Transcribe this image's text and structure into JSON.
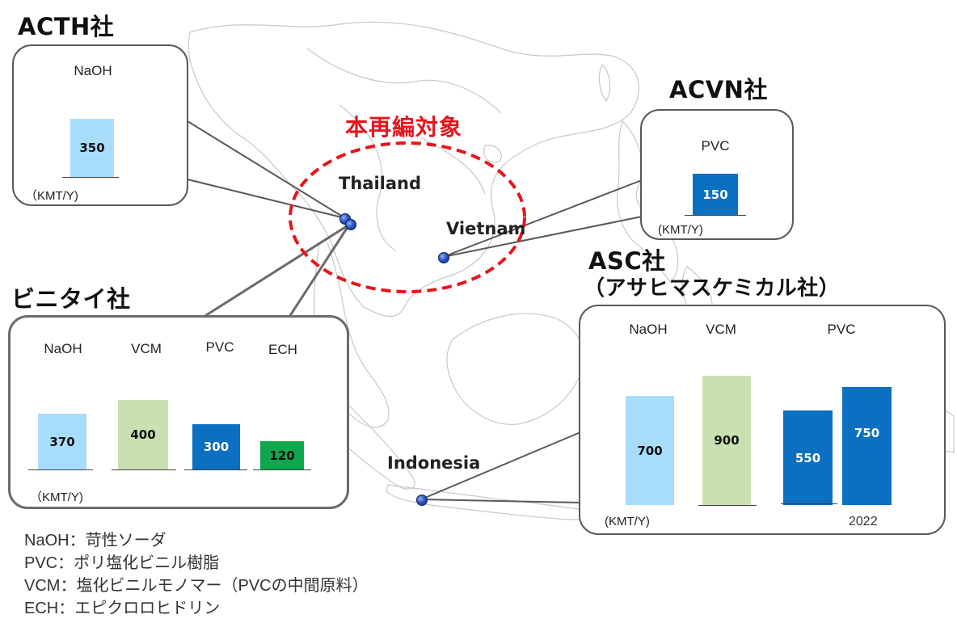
{
  "target_label": "本再編対象",
  "countries": {
    "thailand": "Thailand",
    "vietnam": "Vietnam",
    "indonesia": "Indonesia"
  },
  "acth": {
    "title": "ACTH社",
    "unit": "（KMT/Y)",
    "products": [
      {
        "label": "NaOH",
        "value": "350"
      }
    ]
  },
  "acvn": {
    "title": "ACVN社",
    "unit": "(KMT/Y)",
    "products": [
      {
        "label": "PVC",
        "value": "150"
      }
    ]
  },
  "vinythai": {
    "title": "ビニタイ社",
    "unit": "（KMT/Y)",
    "products": [
      {
        "label": "NaOH",
        "value": "370"
      },
      {
        "label": "VCM",
        "value": "400"
      },
      {
        "label": "PVC",
        "value": "300"
      },
      {
        "label": "ECH",
        "value": "120"
      }
    ]
  },
  "asc": {
    "title": "ASC社",
    "subtitle": "（アサヒマスケミカル社）",
    "unit": "(KMT/Y)",
    "products": [
      {
        "label": "NaOH",
        "value": "700"
      },
      {
        "label": "VCM",
        "value": "900"
      },
      {
        "label": "PVC",
        "value": "550",
        "future_value": "750",
        "future_label": "2022"
      }
    ]
  },
  "legend": [
    "NaOH：苛性ソーダ",
    "PVC：ポリ塩化ビニル樹脂",
    "VCM：塩化ビニルモノマー（PVCの中間原料）",
    "ECH：エピクロロヒドリン"
  ],
  "colors": {
    "naoh": "#a8dcfb",
    "vcm": "#c9e0b1",
    "pvc": "#0b6fc2",
    "ech": "#0fa64e",
    "target": "#e8141b",
    "map_outline": "#c8c8c8"
  }
}
